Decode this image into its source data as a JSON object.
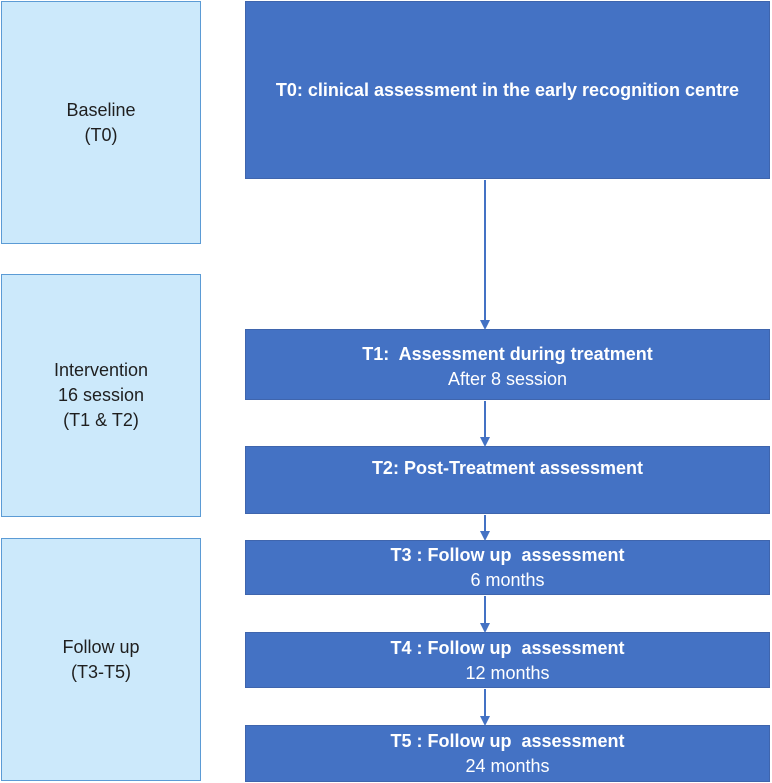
{
  "colors": {
    "phase_fill": "#cce9fb",
    "phase_border": "#5b9bd5",
    "step_fill": "#4472c4",
    "arrow": "#4472c4"
  },
  "phases": [
    {
      "lines": [
        "Baseline",
        "(T0)"
      ]
    },
    {
      "lines": [
        "Intervention",
        "16 session",
        "(T1 & T2)"
      ]
    },
    {
      "lines": [
        "Follow up",
        "(T3-T5)"
      ]
    }
  ],
  "steps": [
    {
      "title": "T0: clinical assessment in the early recognition centre",
      "sub": ""
    },
    {
      "title": "T1:  Assessment during treatment",
      "sub": "After 8 session"
    },
    {
      "title": "T2: Post-Treatment assessment",
      "sub": ""
    },
    {
      "title": "T3 : Follow up  assessment",
      "sub": "6 months"
    },
    {
      "title": "T4 : Follow up  assessment",
      "sub": "12 months"
    },
    {
      "title": "T5 : Follow up  assessment",
      "sub": "24 months"
    }
  ]
}
